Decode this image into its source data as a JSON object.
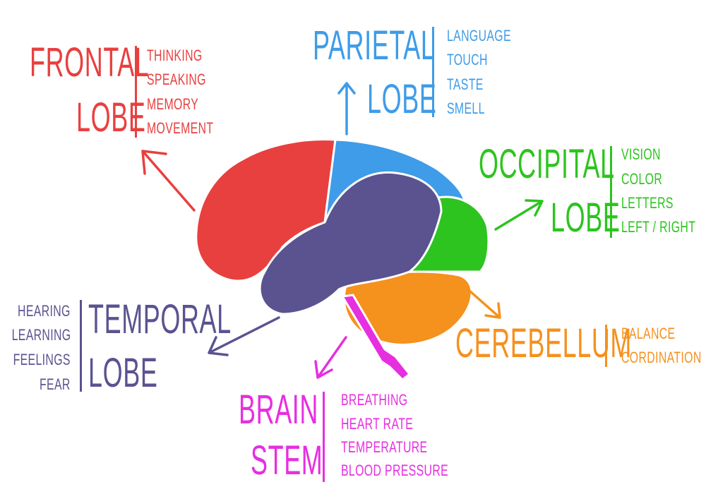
{
  "colors": {
    "frontal": "#e8403f",
    "parietal": "#3e9ce8",
    "occipital": "#2dc41f",
    "temporal": "#5a5390",
    "cerebellum": "#f5911d",
    "brainstem": "#e62fe0"
  },
  "frontal": {
    "title1": "FRONTAL",
    "title2": "LOBE",
    "functions": [
      "THINKING",
      "SPEAKING",
      "MEMORY",
      "MOVEMENT"
    ]
  },
  "parietal": {
    "title1": "PARIETAL",
    "title2": "LOBE",
    "functions": [
      "LANGUAGE",
      "TOUCH",
      "TASTE",
      "SMELL"
    ]
  },
  "occipital": {
    "title1": "OCCIPITAL",
    "title2": "LOBE",
    "functions": [
      "VISION",
      "COLOR",
      "LETTERS",
      "LEFT / RIGHT"
    ]
  },
  "temporal": {
    "title1": "TEMPORAL",
    "title2": "LOBE",
    "functions": [
      "HEARING",
      "LEARNING",
      "FEELINGS",
      "FEAR"
    ]
  },
  "cerebellum": {
    "title1": "CEREBELLUM",
    "functions": [
      "BALANCE",
      "CORDINATION"
    ]
  },
  "brainstem": {
    "title1": "BRAIN",
    "title2": "STEM",
    "functions": [
      "BREATHING",
      "HEART RATE",
      "TEMPERATURE",
      "BLOOD PRESSURE"
    ]
  }
}
